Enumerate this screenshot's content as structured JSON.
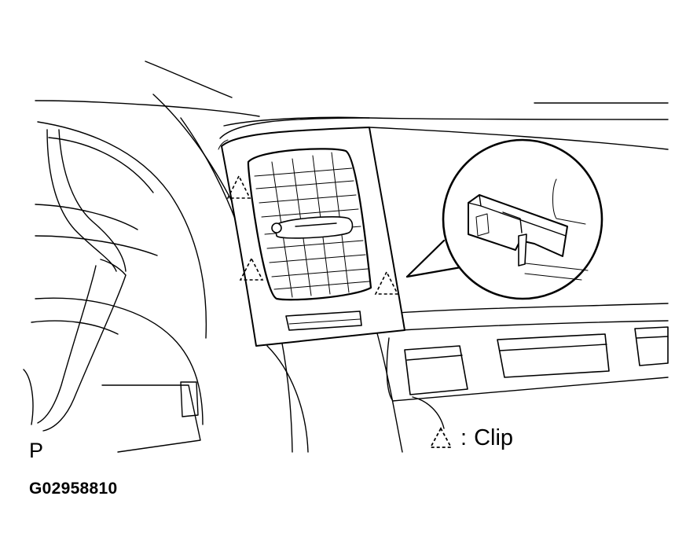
{
  "view_letter": "P",
  "figure_code": "G02958810",
  "legend": {
    "separator": ":",
    "label": "Clip"
  }
}
